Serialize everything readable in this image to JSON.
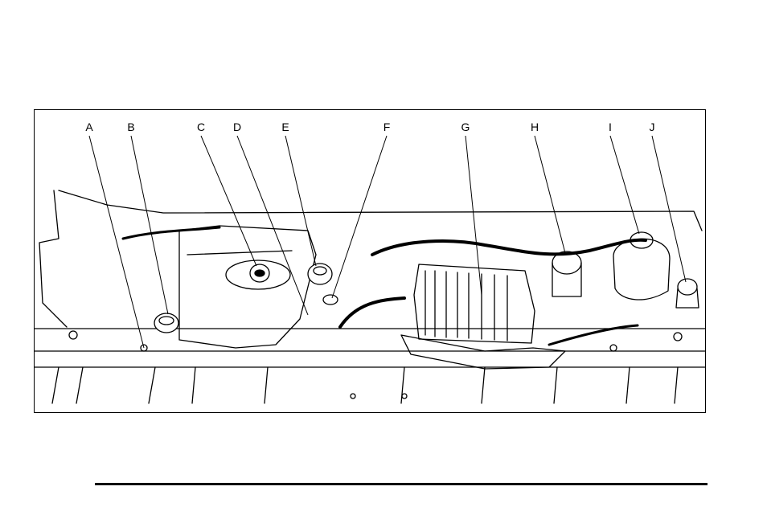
{
  "figure": {
    "callout_labels": [
      "A",
      "B",
      "C",
      "D",
      "E",
      "F",
      "G",
      "H",
      "I",
      "J"
    ]
  }
}
